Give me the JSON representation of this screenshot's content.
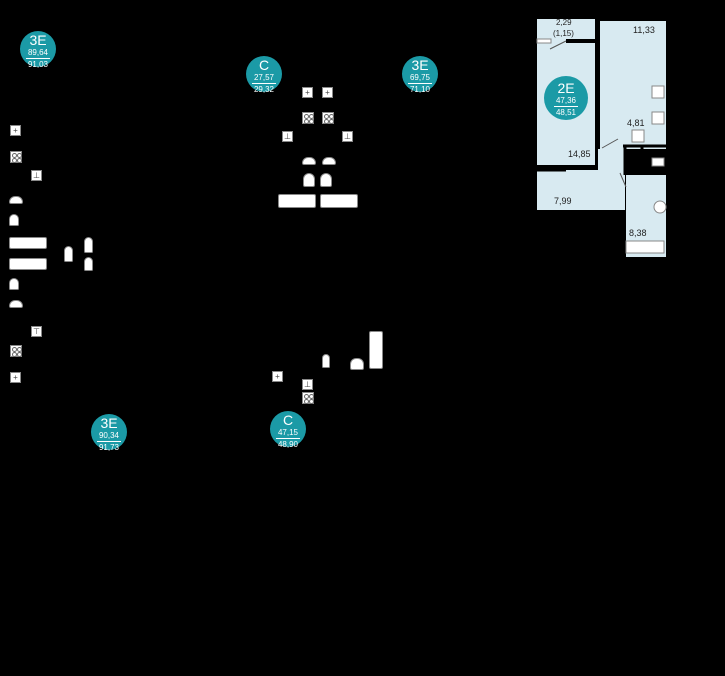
{
  "apartments": [
    {
      "id": "apt-3e-a",
      "type": "3E",
      "area_living": "89,64",
      "area_total": "91,03"
    },
    {
      "id": "apt-c-a",
      "type": "С",
      "area_living": "27,57",
      "area_total": "29,32"
    },
    {
      "id": "apt-3e-b",
      "type": "3E",
      "area_living": "69,75",
      "area_total": "71,10"
    },
    {
      "id": "apt-2e",
      "type": "2E",
      "area_living": "47,36",
      "area_total": "48,51"
    },
    {
      "id": "apt-3e-c",
      "type": "3E",
      "area_living": "90,34",
      "area_total": "91,73"
    },
    {
      "id": "apt-c-b",
      "type": "С",
      "area_living": "47,15",
      "area_total": "48,90"
    }
  ],
  "rooms": {
    "balcony": "2,29",
    "balcony_reduced": "(1,15)",
    "bedroom": "11,33",
    "corridor": "4,81",
    "living": "14,85",
    "kitchen": "7,99",
    "bathroom": "8,38"
  },
  "colors": {
    "badge": "#1b9aa6",
    "room_fill": "#d8eaf1",
    "wall": "#000000"
  }
}
